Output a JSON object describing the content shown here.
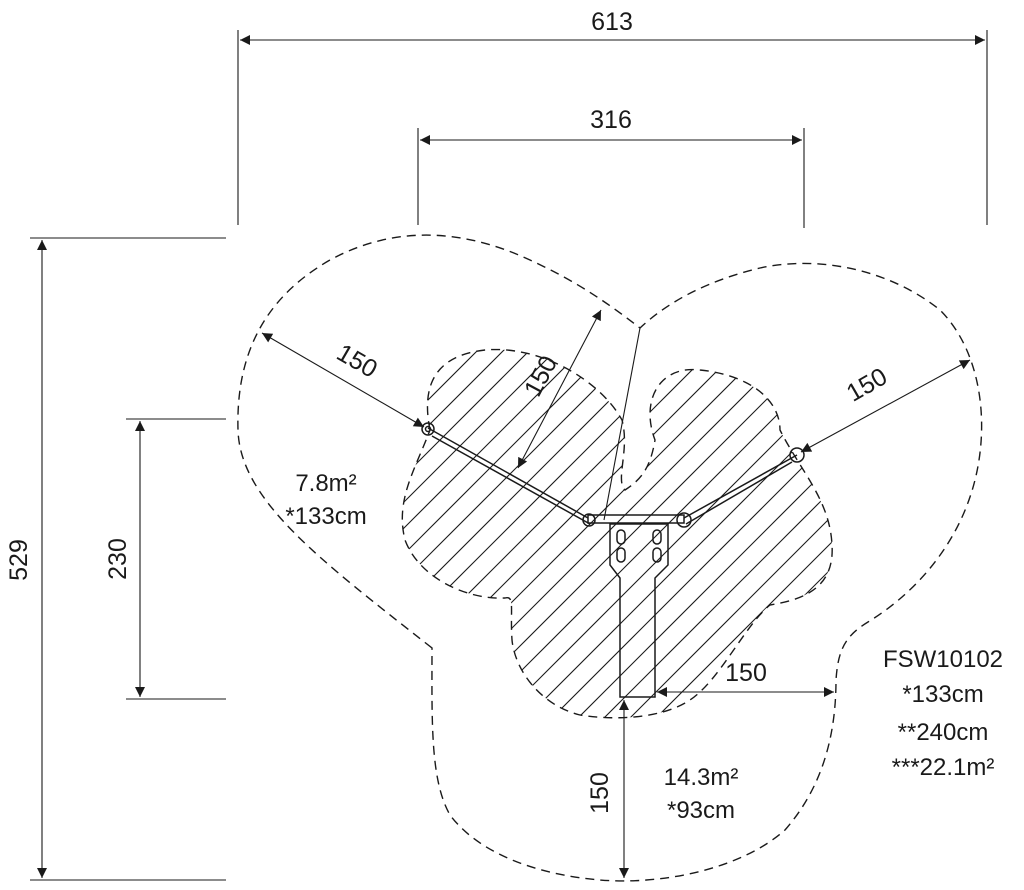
{
  "dimensions": {
    "overall_width": "613",
    "inner_width": "316",
    "overall_height": "529",
    "left_offset": "230",
    "radius_upper_left": "150",
    "radius_upper_mid": "150",
    "radius_right": "150",
    "radius_bottom_horizontal": "150",
    "radius_bottom_vertical": "150"
  },
  "zones": {
    "left": {
      "area": "7.8m²",
      "height": "*133cm"
    },
    "bottom": {
      "area": "14.3m²",
      "height": "*93cm"
    }
  },
  "legend": {
    "code": "FSW10102",
    "line1": "*133cm",
    "line2": "**240cm",
    "line3": "***22.1m²"
  }
}
